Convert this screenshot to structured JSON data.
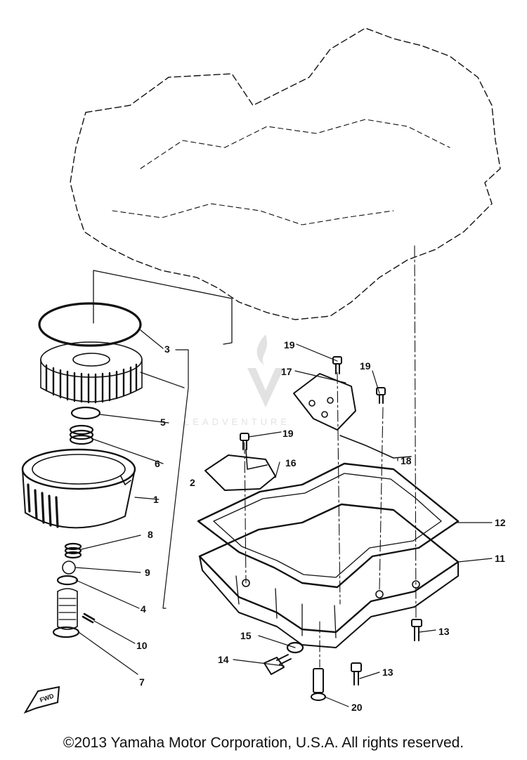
{
  "diagram": {
    "callouts": {
      "c1": "1",
      "c2": "2",
      "c3": "3",
      "c4": "4",
      "c5": "5",
      "c6": "6",
      "c7": "7",
      "c8": "8",
      "c9": "9",
      "c10": "10",
      "c11": "11",
      "c12": "12",
      "c13a": "13",
      "c13b": "13",
      "c14": "14",
      "c15": "15",
      "c16": "16",
      "c17": "17",
      "c18": "18",
      "c19a": "19",
      "c19b": "19",
      "c19c": "19",
      "c20": "20"
    },
    "direction_marker": "FWD",
    "watermark": "LEADVENTURE"
  },
  "footer": {
    "copyright": "©2013 Yamaha Motor Corporation, U.S.A. All rights reserved."
  },
  "colors": {
    "ink": "#111111",
    "watermark": "#cfcfcf",
    "background": "#ffffff"
  },
  "icons": {
    "watermark_logo": "flame-logo-icon",
    "direction": "fwd-arrow-icon"
  }
}
